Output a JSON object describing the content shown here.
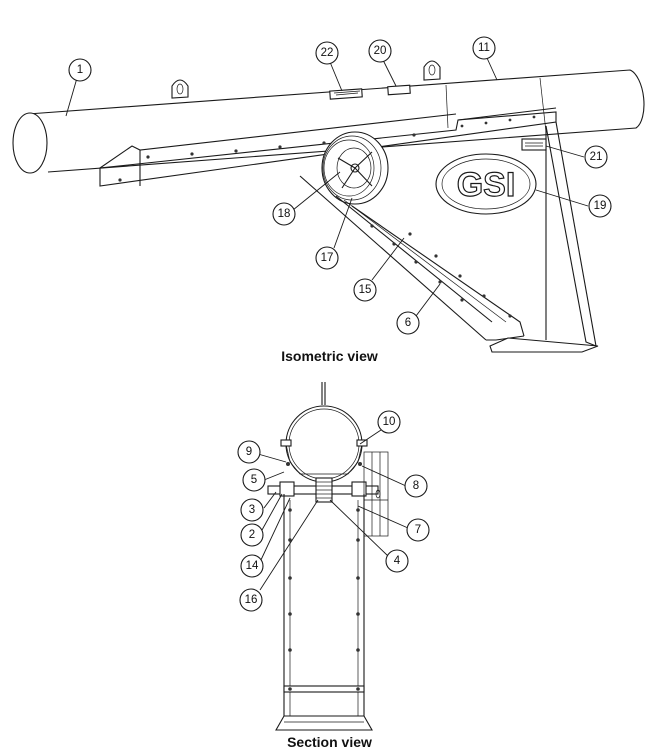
{
  "captions": {
    "isometric": "Isometric view",
    "section": "Section view"
  },
  "logo_text": "GSI",
  "callouts": {
    "c1": "1",
    "c22": "22",
    "c20": "20",
    "c11": "11",
    "c21": "21",
    "c19": "19",
    "c18": "18",
    "c17": "17",
    "c15": "15",
    "c6": "6",
    "c9": "9",
    "c10": "10",
    "c5": "5",
    "c8": "8",
    "c3": "3",
    "c2": "2",
    "c7": "7",
    "c4": "4",
    "c14": "14",
    "c16": "16"
  },
  "colors": {
    "line": "#1a1a1a",
    "background": "#ffffff"
  }
}
